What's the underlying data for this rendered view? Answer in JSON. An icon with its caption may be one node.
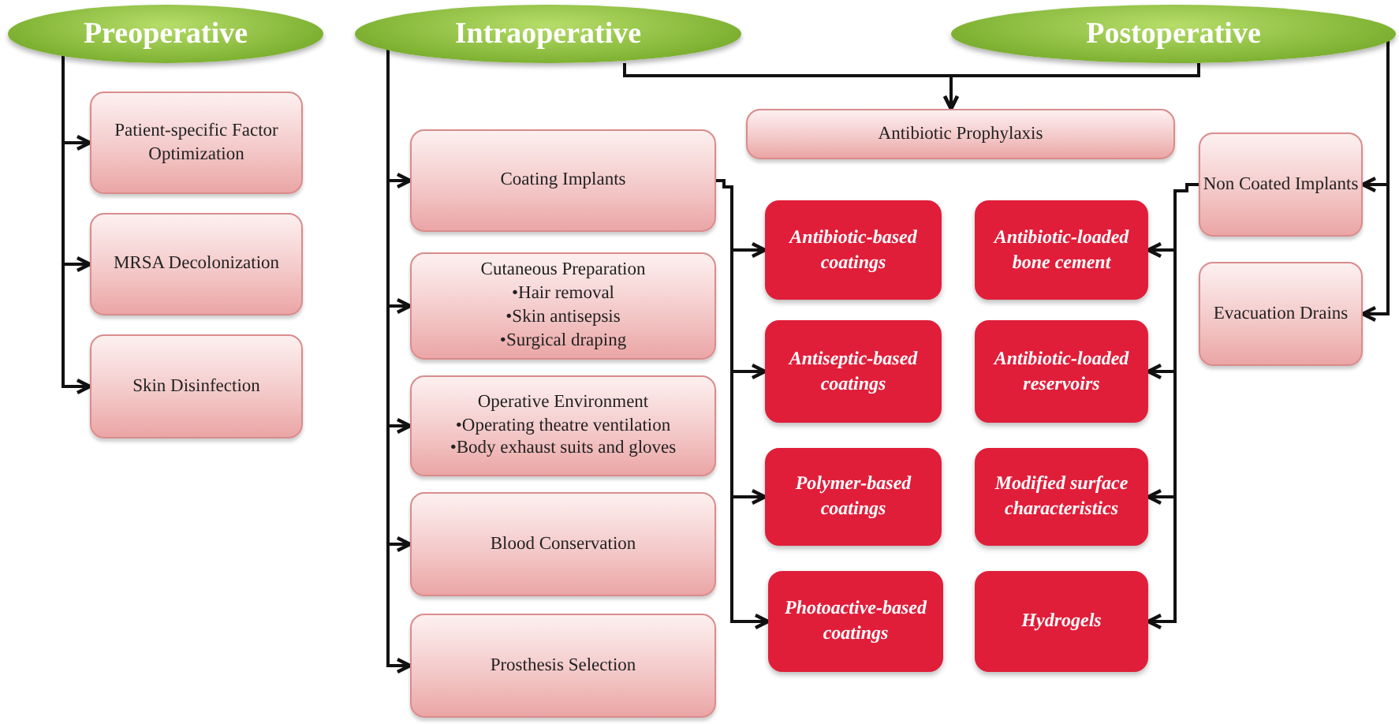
{
  "diagram": {
    "nodes": [
      {
        "text": [
          "Preoperative"
        ]
      },
      {
        "text": [
          "Intraoperative"
        ]
      },
      {
        "text": [
          "Postoperative"
        ]
      },
      {
        "text": [
          "Patient-specific Factor Optimization"
        ]
      },
      {
        "text": [
          "MRSA Decolonization"
        ]
      },
      {
        "text": [
          "Skin Disinfection"
        ]
      },
      {
        "text": [
          "Antibiotic Prophylaxis"
        ]
      },
      {
        "text": [
          "Coating Implants"
        ]
      },
      {
        "text": [
          "Cutaneous Preparation",
          "•Hair removal",
          "•Skin antisepsis",
          "•Surgical draping"
        ]
      },
      {
        "text": [
          "Operative Environment",
          "•Operating theatre ventilation",
          "•Body exhaust suits and gloves"
        ]
      },
      {
        "text": [
          "Blood Conservation"
        ]
      },
      {
        "text": [
          "Prosthesis Selection"
        ]
      },
      {
        "text": [
          "Non Coated Implants"
        ]
      },
      {
        "text": [
          "Evacuation Drains"
        ]
      },
      {
        "text": [
          "Antibiotic-based coatings"
        ]
      },
      {
        "text": [
          "Antibiotic-loaded bone cement"
        ]
      },
      {
        "text": [
          "Antiseptic-based coatings"
        ]
      },
      {
        "text": [
          "Antibiotic-loaded reservoirs"
        ]
      },
      {
        "text": [
          "Polymer-based coatings"
        ]
      },
      {
        "text": [
          "Modified surface characteristics"
        ]
      },
      {
        "text": [
          "Photoactive-based coatings"
        ]
      },
      {
        "text": [
          "Hydrogels"
        ]
      }
    ],
    "edges": [
      {
        "from": 0,
        "to": 3,
        "arrow": "to"
      },
      {
        "from": 0,
        "to": 4,
        "arrow": "to"
      },
      {
        "from": 0,
        "to": 5,
        "arrow": "to"
      },
      {
        "from": 1,
        "to": 6,
        "arrow": "to"
      },
      {
        "from": 2,
        "to": 6,
        "arrow": "to"
      },
      {
        "from": 1,
        "to": 7,
        "arrow": "to"
      },
      {
        "from": 1,
        "to": 8,
        "arrow": "to"
      },
      {
        "from": 1,
        "to": 9,
        "arrow": "to"
      },
      {
        "from": 1,
        "to": 10,
        "arrow": "to"
      },
      {
        "from": 1,
        "to": 11,
        "arrow": "to"
      },
      {
        "from": 2,
        "to": 12,
        "arrow": "to"
      },
      {
        "from": 2,
        "to": 13,
        "arrow": "to"
      },
      {
        "from": 7,
        "to": 14,
        "arrow": "to"
      },
      {
        "from": 7,
        "to": 16,
        "arrow": "to"
      },
      {
        "from": 7,
        "to": 18,
        "arrow": "to"
      },
      {
        "from": 7,
        "to": 20,
        "arrow": "to"
      },
      {
        "from": 12,
        "to": 15,
        "arrow": "to"
      },
      {
        "from": 12,
        "to": 17,
        "arrow": "to"
      },
      {
        "from": 12,
        "to": 19,
        "arrow": "to"
      },
      {
        "from": 12,
        "to": 21,
        "arrow": "to"
      }
    ]
  }
}
